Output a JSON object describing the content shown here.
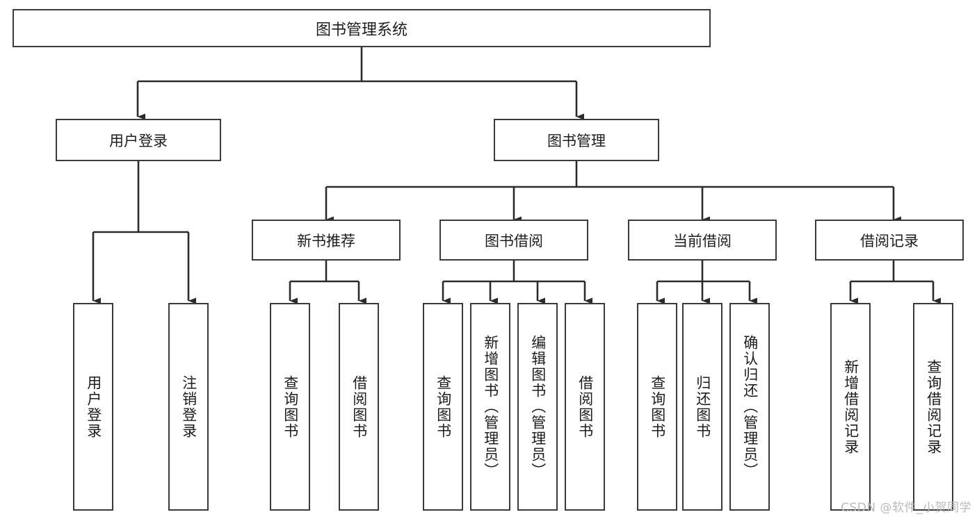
{
  "diagram": {
    "title": "图书管理系统",
    "type": "hierarchy-tree",
    "root": {
      "label": "图书管理系统"
    },
    "level1": [
      {
        "label": "用户登录"
      },
      {
        "label": "图书管理"
      }
    ],
    "level2": [
      {
        "label": "新书推荐"
      },
      {
        "label": "图书借阅"
      },
      {
        "label": "当前借阅"
      },
      {
        "label": "借阅记录"
      }
    ],
    "leaves": {
      "user_login": [
        {
          "label": "用户登录"
        },
        {
          "label": "注销登录"
        }
      ],
      "new_book_recommend": [
        {
          "label": "查询图书"
        },
        {
          "label": "借阅图书"
        }
      ],
      "book_borrow": [
        {
          "label": "查询图书"
        },
        {
          "label": "新增图书（管理员）"
        },
        {
          "label": "编辑图书（管理员）"
        },
        {
          "label": "借阅图书"
        }
      ],
      "current_borrow": [
        {
          "label": "查询图书"
        },
        {
          "label": "归还图书"
        },
        {
          "label": "确认归还（管理员）"
        }
      ],
      "borrow_record": [
        {
          "label": "新增借阅记录"
        },
        {
          "label": "查询借阅记录"
        }
      ]
    }
  },
  "watermark": {
    "text": "CSDN @软件_小贺同学"
  },
  "colors": {
    "stroke": "#3a3a3a",
    "text": "#1c1c1c",
    "background": "#ffffff",
    "watermark": "#b9b9b9"
  }
}
